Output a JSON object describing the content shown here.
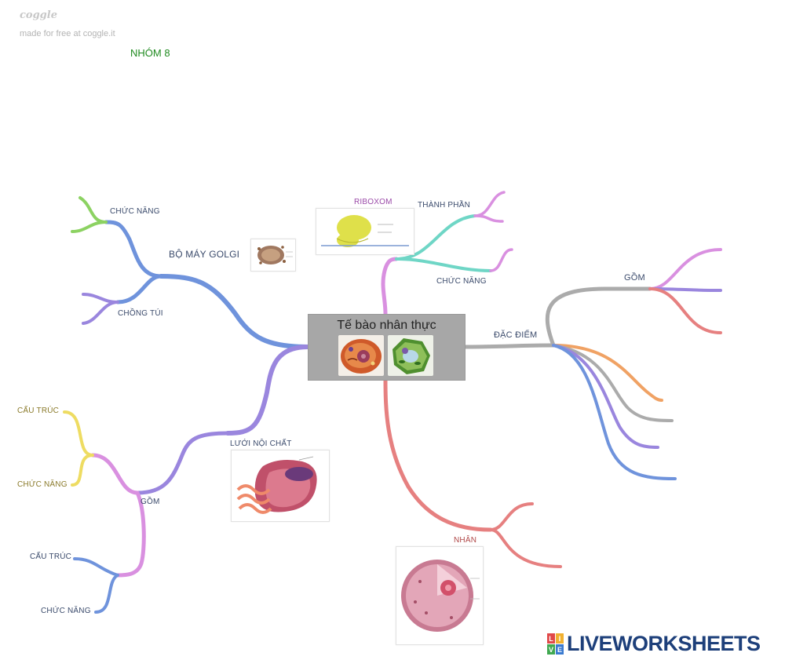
{
  "header": {
    "brand": "coggle",
    "tagline": "made for free at coggle.it",
    "group_name": "NHÓM 8"
  },
  "central": {
    "title": "Tế bào nhân thực"
  },
  "branches": {
    "golgi": {
      "label": "BỘ MÁY GOLGI",
      "function": "CHỨC NĂNG",
      "stack": "CHỒNG TÚI"
    },
    "ribosome": {
      "label": "RIBOXOM",
      "composition": "THÀNH PHẦN",
      "function": "CHỨC NĂNG"
    },
    "features": {
      "label": "ĐẶC ĐIỂM",
      "includes": "GỒM"
    },
    "er": {
      "label": "LƯỚI NỘI CHẤT",
      "includes": "GỒM",
      "structure_1": "CẤU TRÚC",
      "function_1": "CHỨC NĂNG",
      "structure_2": "CẤU TRÚC",
      "function_2": "CHỨC NĂNG"
    },
    "nucleus": {
      "label": "NHÂN"
    }
  },
  "footer": {
    "logo_letters": [
      "L",
      "I",
      "V",
      "E"
    ],
    "text": "LIVEWORKSHEETS"
  },
  "colors": {
    "blue": "#6f93dc",
    "purple": "#9a86de",
    "pink": "#d990e0",
    "teal": "#6fd6c6",
    "green": "#8cd262",
    "yellow": "#eedc62",
    "salmon": "#e68080",
    "gray": "#ababab",
    "orange": "#f0a264",
    "footer_blue": "#1d3f7a"
  }
}
